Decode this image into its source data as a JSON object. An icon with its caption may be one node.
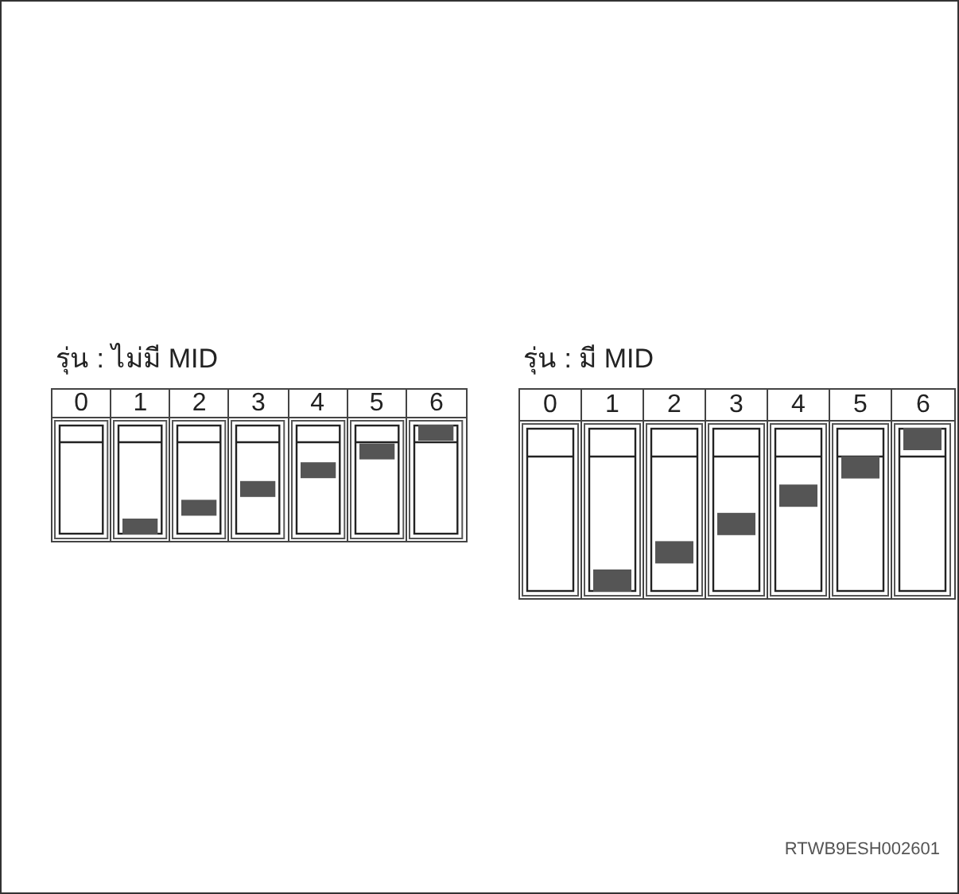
{
  "diagram": {
    "nodes": [
      {
        "text": [
          "รุ่น : ไม่มี MID"
        ]
      },
      {
        "text": [
          "0"
        ],
        "in": 0
      },
      {
        "text": [
          "1"
        ],
        "in": 0
      },
      {
        "text": [
          "2"
        ],
        "in": 0
      },
      {
        "text": [
          "3"
        ],
        "in": 0
      },
      {
        "text": [
          "4"
        ],
        "in": 0
      },
      {
        "text": [
          "5"
        ],
        "in": 0
      },
      {
        "text": [
          "6"
        ],
        "in": 0
      },
      {
        "text": [
          "รุ่น : มี MID"
        ]
      },
      {
        "text": [
          "0"
        ],
        "in": 8
      },
      {
        "text": [
          "1"
        ],
        "in": 8
      },
      {
        "text": [
          "2"
        ],
        "in": 8
      },
      {
        "text": [
          "3"
        ],
        "in": 8
      },
      {
        "text": [
          "4"
        ],
        "in": 8
      },
      {
        "text": [
          "5"
        ],
        "in": 8
      },
      {
        "text": [
          "6"
        ],
        "in": 8
      }
    ],
    "labels": [
      "RTWB9ESH002601"
    ]
  }
}
